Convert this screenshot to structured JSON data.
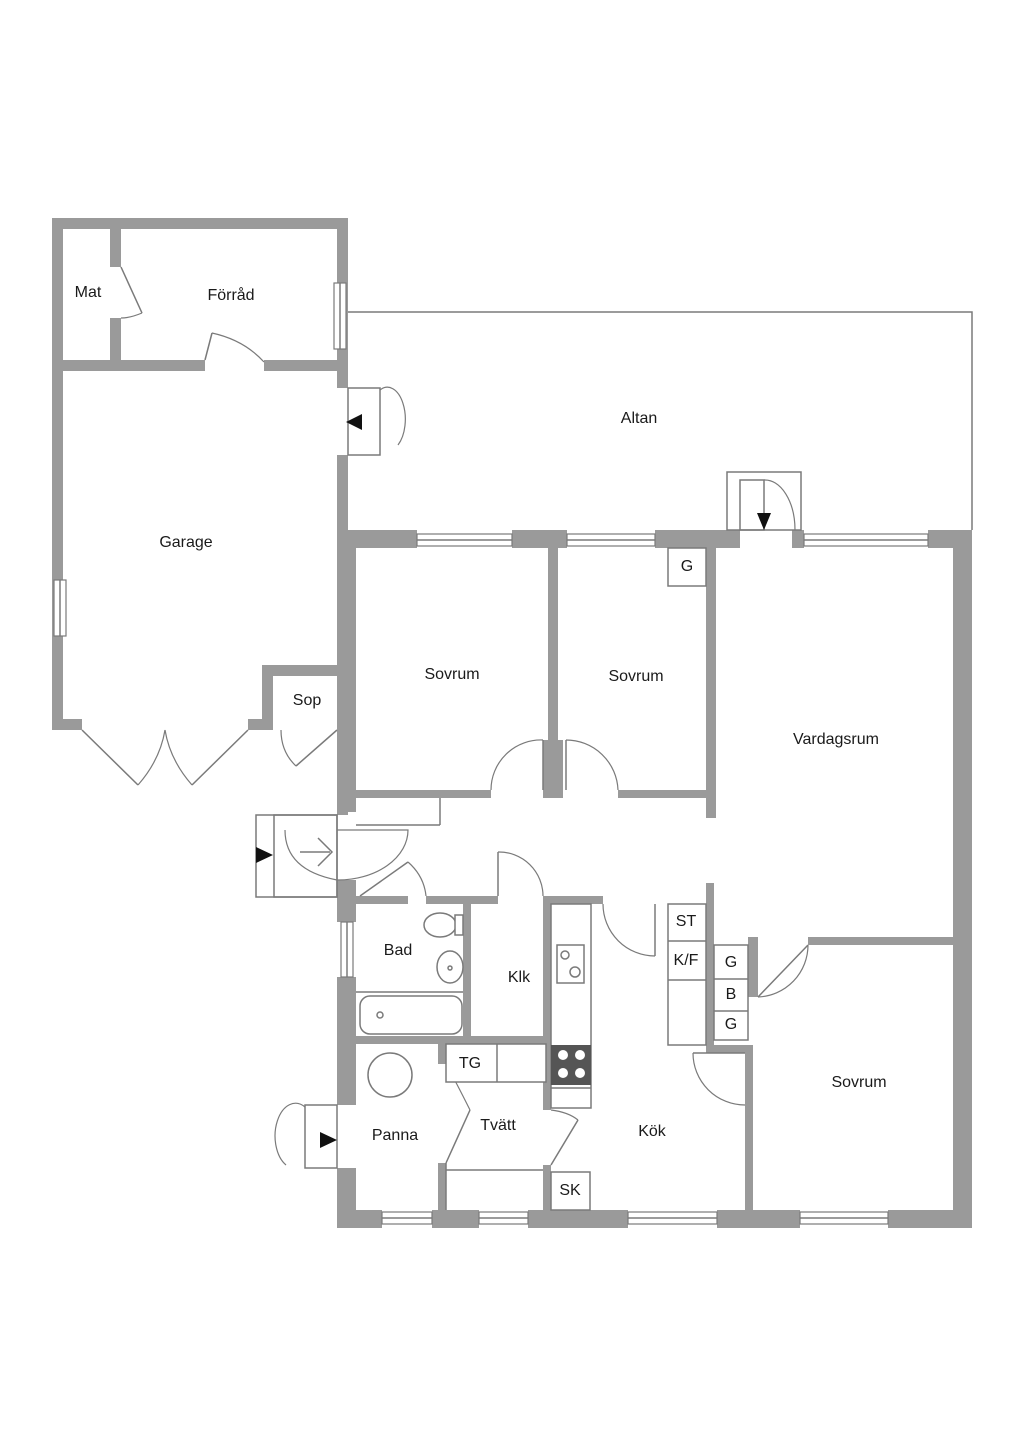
{
  "rooms": {
    "mat": "Mat",
    "forrad": "Förråd",
    "garage": "Garage",
    "sop": "Sop",
    "altan": "Altan",
    "sovrum_1": "Sovrum",
    "sovrum_2": "Sovrum",
    "vardagsrum": "Vardagsrum",
    "bad": "Bad",
    "klk": "Klk",
    "panna": "Panna",
    "tvatt": "Tvätt",
    "kok": "Kök",
    "sovrum_3": "Sovrum"
  },
  "fixtures": {
    "g_top": "G",
    "st": "ST",
    "kf": "K/F",
    "g_1": "G",
    "b": "B",
    "g_2": "G",
    "tg": "TG",
    "sk": "SK"
  }
}
